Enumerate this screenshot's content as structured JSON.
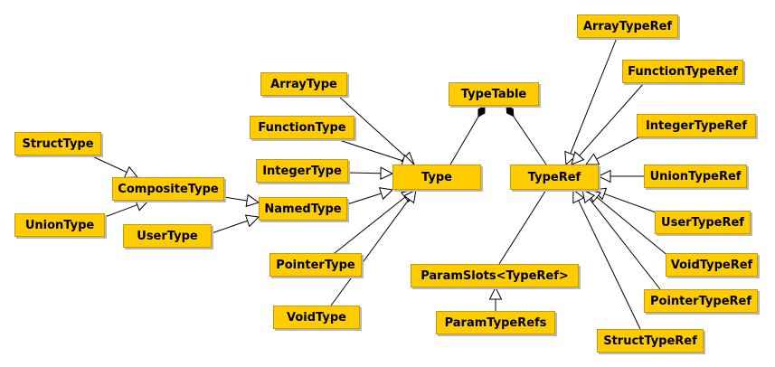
{
  "nodes": {
    "ArrayType": "ArrayType",
    "FunctionType": "FunctionType",
    "IntegerType": "IntegerType",
    "NamedType": "NamedType",
    "PointerType": "PointerType",
    "VoidType": "VoidType",
    "Type": "Type",
    "StructType": "StructType",
    "CompositeType": "CompositeType",
    "UnionType": "UnionType",
    "UserType": "UserType",
    "TypeTable": "TypeTable",
    "TypeRef": "TypeRef",
    "ParamSlots": "ParamSlots<TypeRef>",
    "ParamTypeRefs": "ParamTypeRefs",
    "ArrayTypeRef": "ArrayTypeRef",
    "FunctionTypeRef": "FunctionTypeRef",
    "IntegerTypeRef": "IntegerTypeRef",
    "UnionTypeRef": "UnionTypeRef",
    "UserTypeRef": "UserTypeRef",
    "VoidTypeRef": "VoidTypeRef",
    "PointerTypeRef": "PointerTypeRef",
    "StructTypeRef": "StructTypeRef"
  },
  "edges": [
    {
      "from": "ArrayType",
      "to": "Type",
      "kind": "inheritance"
    },
    {
      "from": "FunctionType",
      "to": "Type",
      "kind": "inheritance"
    },
    {
      "from": "IntegerType",
      "to": "Type",
      "kind": "inheritance"
    },
    {
      "from": "NamedType",
      "to": "Type",
      "kind": "inheritance"
    },
    {
      "from": "PointerType",
      "to": "Type",
      "kind": "inheritance"
    },
    {
      "from": "VoidType",
      "to": "Type",
      "kind": "inheritance"
    },
    {
      "from": "StructType",
      "to": "CompositeType",
      "kind": "inheritance"
    },
    {
      "from": "UnionType",
      "to": "CompositeType",
      "kind": "inheritance"
    },
    {
      "from": "CompositeType",
      "to": "NamedType",
      "kind": "inheritance"
    },
    {
      "from": "UserType",
      "to": "NamedType",
      "kind": "inheritance"
    },
    {
      "from": "Type",
      "to": "TypeTable",
      "kind": "composition"
    },
    {
      "from": "TypeRef",
      "to": "TypeTable",
      "kind": "composition"
    },
    {
      "from": "ParamTypeRefs",
      "to": "ParamSlots",
      "kind": "inheritance"
    },
    {
      "from": "ParamSlots",
      "to": "TypeRef",
      "kind": "association"
    },
    {
      "from": "ArrayTypeRef",
      "to": "TypeRef",
      "kind": "inheritance"
    },
    {
      "from": "FunctionTypeRef",
      "to": "TypeRef",
      "kind": "inheritance"
    },
    {
      "from": "IntegerTypeRef",
      "to": "TypeRef",
      "kind": "inheritance"
    },
    {
      "from": "UnionTypeRef",
      "to": "TypeRef",
      "kind": "inheritance"
    },
    {
      "from": "UserTypeRef",
      "to": "TypeRef",
      "kind": "inheritance"
    },
    {
      "from": "VoidTypeRef",
      "to": "TypeRef",
      "kind": "inheritance"
    },
    {
      "from": "PointerTypeRef",
      "to": "TypeRef",
      "kind": "inheritance"
    },
    {
      "from": "StructTypeRef",
      "to": "TypeRef",
      "kind": "inheritance"
    }
  ],
  "colors": {
    "node_fill": "#ffcc00",
    "node_border": "#c89b00",
    "node_shadow": "#b8b8b8",
    "edge": "#000000"
  }
}
